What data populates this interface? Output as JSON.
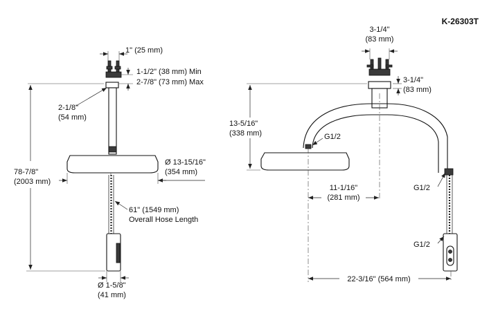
{
  "model_number": "K-26303T",
  "left_view": {
    "inlet_width": "1\" (25 mm)",
    "thickness_min": "1-1/2\" (38 mm) Min",
    "thickness_max": "2-7/8\" (73 mm) Max",
    "flange_dia": "2-1/8\"",
    "flange_dia_mm": "(54 mm)",
    "head_dia": "Ø 13-15/16\"",
    "head_dia_mm": "(354 mm)",
    "overall_height": "78-7/8\"",
    "overall_height_mm": "(2003 mm)",
    "hose_length": "61\" (1549 mm)",
    "hose_length_label": "Overall Hose Length",
    "handshower_dia": "Ø 1-5/8\"",
    "handshower_dia_mm": "(41 mm)"
  },
  "right_view": {
    "top_width": "3-1/4\"",
    "top_width_mm": "(83 mm)",
    "side_depth": "3-1/4\"",
    "side_depth_mm": "(83 mm)",
    "arm_height": "13-5/16\"",
    "arm_height_mm": "(338 mm)",
    "thread_head": "G1/2",
    "thread_arm": "G1/2",
    "thread_handshower": "G1/2",
    "head_offset": "11-1/16\"",
    "head_offset_mm": "(281 mm)",
    "overall_width": "22-3/16\" (564 mm)"
  }
}
